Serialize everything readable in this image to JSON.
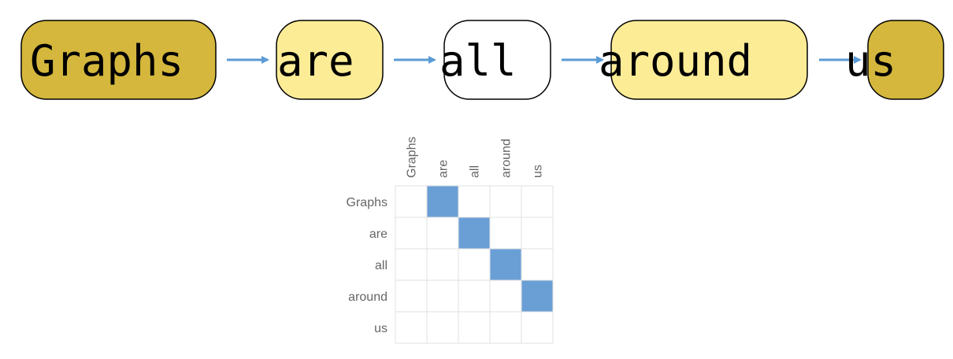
{
  "tokens": [
    {
      "word": "Graphs",
      "fill": "#d4b73c"
    },
    {
      "word": "are",
      "fill": "#fdec96"
    },
    {
      "word": "all",
      "fill": "#ffffff"
    },
    {
      "word": "around",
      "fill": "#fdec96"
    },
    {
      "word": "us",
      "fill": "#d4b73c"
    }
  ],
  "arrow": {
    "color": "#5b9bd5",
    "icon": "right-arrow-icon"
  },
  "matrix": {
    "row_labels": [
      "Graphs",
      "are",
      "all",
      "around",
      "us"
    ],
    "col_labels": [
      "Graphs",
      "are",
      "all",
      "around",
      "us"
    ],
    "filled_color": "#6a9fd6",
    "empty_color": "#ffffff",
    "grid_color": "#e0e0e0",
    "cells": [
      [
        0,
        1,
        0,
        0,
        0
      ],
      [
        0,
        0,
        1,
        0,
        0
      ],
      [
        0,
        0,
        0,
        1,
        0
      ],
      [
        0,
        0,
        0,
        0,
        1
      ],
      [
        0,
        0,
        0,
        0,
        0
      ]
    ]
  }
}
